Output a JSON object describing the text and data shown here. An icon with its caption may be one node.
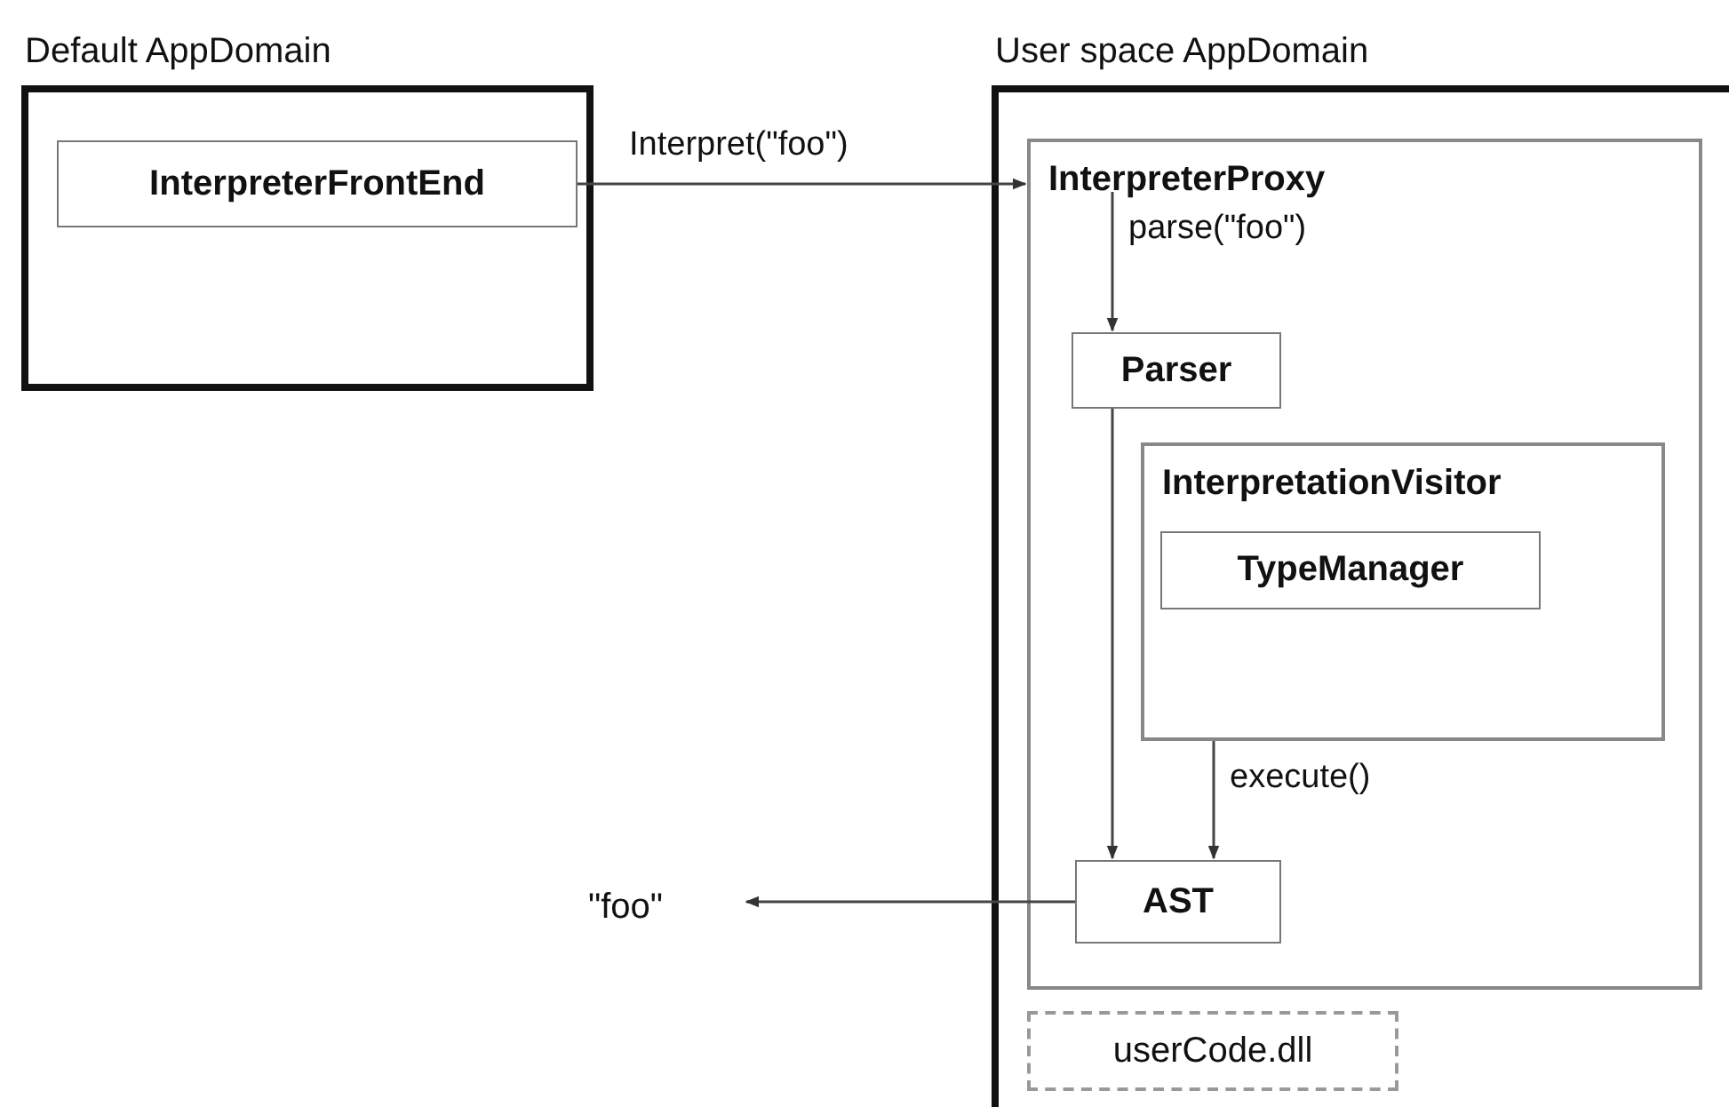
{
  "diagram": {
    "nodes": [
      {
        "text": [
          "Default AppDomain"
        ]
      },
      {
        "text": [
          "InterpreterFrontEnd"
        ],
        "in": 0
      },
      {
        "text": [
          "User space AppDomain"
        ]
      },
      {
        "text": [
          "InterpreterProxy"
        ],
        "in": 2
      },
      {
        "text": [
          "Parser"
        ],
        "in": 3
      },
      {
        "text": [
          "InterpretationVisitor"
        ],
        "in": 3
      },
      {
        "text": [
          "TypeManager"
        ],
        "in": 5
      },
      {
        "text": [
          "AST"
        ],
        "in": 3
      },
      {
        "text": [
          "userCode.dll"
        ],
        "in": 2
      },
      {
        "text": [
          "\"foo\""
        ]
      }
    ],
    "edges": [
      {
        "from": 1,
        "to": 3,
        "arrow": "to",
        "label": "Interpret(\"foo\")"
      },
      {
        "from": 3,
        "to": 4,
        "arrow": "to",
        "label": "parse(\"foo\")"
      },
      {
        "from": 4,
        "to": 7,
        "arrow": "to"
      },
      {
        "from": 5,
        "to": 7,
        "arrow": "to",
        "label": "execute()"
      },
      {
        "from": 7,
        "to": 9,
        "arrow": "to"
      }
    ]
  }
}
